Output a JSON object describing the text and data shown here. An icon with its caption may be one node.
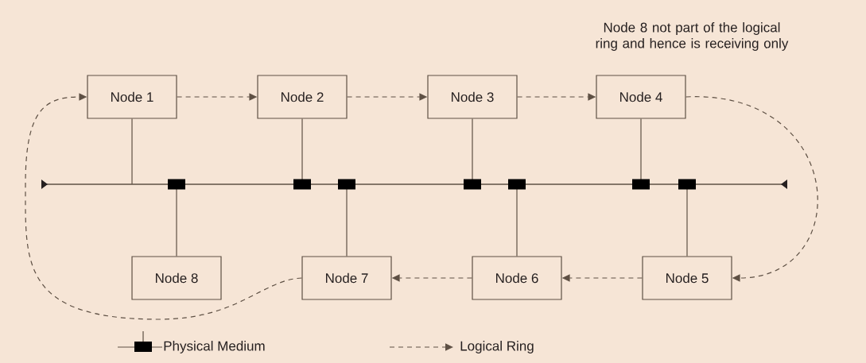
{
  "diagram": {
    "nodes": [
      {
        "text": [
          "Node 1"
        ]
      },
      {
        "text": [
          "Node 2"
        ]
      },
      {
        "text": [
          "Node 3"
        ]
      },
      {
        "text": [
          "Node 4"
        ]
      },
      {
        "text": [
          "Node 8"
        ]
      },
      {
        "text": [
          "Node 7"
        ]
      },
      {
        "text": [
          "Node 6"
        ]
      },
      {
        "text": [
          "Node 5"
        ]
      },
      {
        "text": [],
        "shape": "bar"
      }
    ],
    "edges": [
      {
        "from": 0,
        "to": 1,
        "arrow": "to",
        "style": "dashed"
      },
      {
        "from": 1,
        "to": 2,
        "arrow": "to",
        "style": "dashed"
      },
      {
        "from": 2,
        "to": 3,
        "arrow": "to",
        "style": "dashed"
      },
      {
        "from": 3,
        "to": 7,
        "arrow": "to",
        "style": "dashed"
      },
      {
        "from": 7,
        "to": 6,
        "arrow": "to",
        "style": "dashed"
      },
      {
        "from": 6,
        "to": 5,
        "arrow": "to",
        "style": "dashed"
      },
      {
        "from": 5,
        "to": 0,
        "arrow": "to",
        "style": "dashed"
      },
      {
        "from": 0,
        "to": 8,
        "arrow": "none"
      },
      {
        "from": 1,
        "to": 8,
        "arrow": "other"
      },
      {
        "from": 2,
        "to": 8,
        "arrow": "other"
      },
      {
        "from": 3,
        "to": 8,
        "arrow": "other"
      },
      {
        "from": 4,
        "to": 8,
        "arrow": "other"
      },
      {
        "from": 5,
        "to": 8,
        "arrow": "other"
      },
      {
        "from": 6,
        "to": 8,
        "arrow": "other"
      },
      {
        "from": 7,
        "to": 8,
        "arrow": "other"
      }
    ],
    "labels": [
      "Node 8 not part of the logical ring and hence is receiving only"
    ],
    "legend": [
      {
        "text": "Physical Medium"
      },
      {
        "text": "Logical Ring"
      }
    ]
  }
}
